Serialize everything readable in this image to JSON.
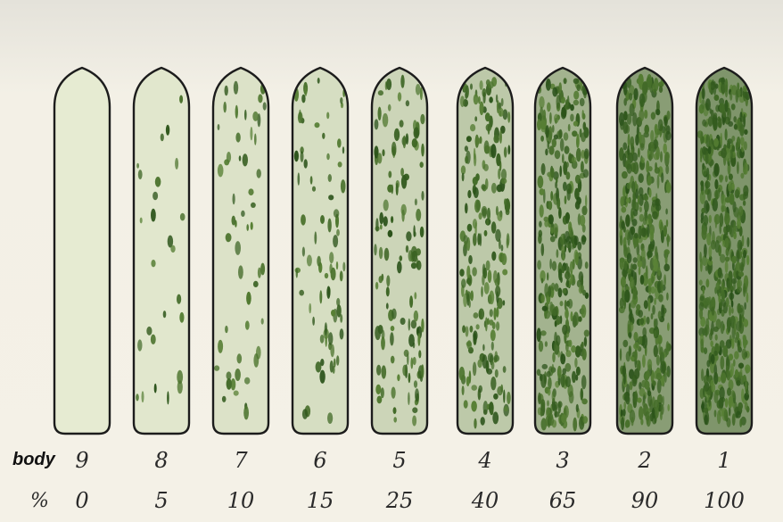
{
  "scale": {
    "row_labels": {
      "body": "body",
      "percent": "%"
    },
    "levels": [
      {
        "body": "9",
        "percent": "0",
        "coverage": 0.0
      },
      {
        "body": "8",
        "percent": "5",
        "coverage": 0.05
      },
      {
        "body": "7",
        "percent": "10",
        "coverage": 0.1
      },
      {
        "body": "6",
        "percent": "15",
        "coverage": 0.15
      },
      {
        "body": "5",
        "percent": "25",
        "coverage": 0.25
      },
      {
        "body": "4",
        "percent": "40",
        "coverage": 0.4
      },
      {
        "body": "3",
        "percent": "65",
        "coverage": 0.65
      },
      {
        "body": "2",
        "percent": "90",
        "coverage": 0.9
      },
      {
        "body": "1",
        "percent": "100",
        "coverage": 1.0
      }
    ]
  },
  "colors": {
    "leaf_base": "#e6ebd2",
    "spot": "#3d5a2a",
    "leaf_outline": "#1c1c1c"
  }
}
